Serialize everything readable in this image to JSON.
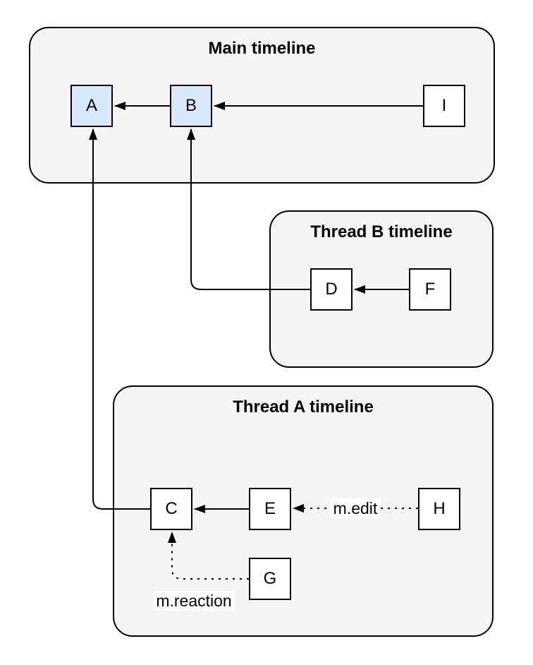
{
  "diagram": {
    "containers": [
      {
        "id": "main",
        "title": "Main timeline"
      },
      {
        "id": "thread-b",
        "title": "Thread B timeline"
      },
      {
        "id": "thread-a",
        "title": "Thread A timeline"
      }
    ],
    "nodes": {
      "A": {
        "label": "A",
        "highlighted": true
      },
      "B": {
        "label": "B",
        "highlighted": true
      },
      "I": {
        "label": "I",
        "highlighted": false
      },
      "D": {
        "label": "D",
        "highlighted": false
      },
      "F": {
        "label": "F",
        "highlighted": false
      },
      "C": {
        "label": "C",
        "highlighted": false
      },
      "E": {
        "label": "E",
        "highlighted": false
      },
      "H": {
        "label": "H",
        "highlighted": false
      },
      "G": {
        "label": "G",
        "highlighted": false
      }
    },
    "edges": [
      {
        "from": "B",
        "to": "A",
        "style": "solid",
        "label": ""
      },
      {
        "from": "I",
        "to": "B",
        "style": "solid",
        "label": ""
      },
      {
        "from": "F",
        "to": "D",
        "style": "solid",
        "label": ""
      },
      {
        "from": "D",
        "to": "B",
        "style": "solid",
        "label": ""
      },
      {
        "from": "E",
        "to": "C",
        "style": "solid",
        "label": ""
      },
      {
        "from": "C",
        "to": "A",
        "style": "solid",
        "label": ""
      },
      {
        "from": "H",
        "to": "E",
        "style": "dotted",
        "label": "m.edit"
      },
      {
        "from": "G",
        "to": "C",
        "style": "dotted",
        "label": "m.reaction"
      }
    ],
    "colors": {
      "container_fill": "#f5f5f5",
      "node_highlight_fill": "#dae8fc",
      "node_default_fill": "#ffffff",
      "stroke": "#000000",
      "canvas_bg": "#ffffff"
    }
  }
}
